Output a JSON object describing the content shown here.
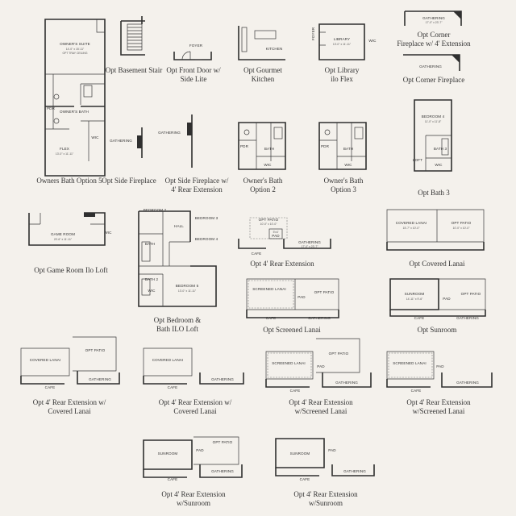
{
  "captions": {
    "owners_bath_5": [
      "Owners Bath Option 5"
    ],
    "basement_stair": [
      "Opt Basement Stair"
    ],
    "front_door": [
      "Opt Front Door w/",
      "Side Lite"
    ],
    "gourmet_kitchen": [
      "Opt Gourmet",
      "Kitchen"
    ],
    "library": [
      "Opt Library",
      "ilo Flex"
    ],
    "corner_fp_ext": [
      "Opt Corner",
      "Fireplace w/ 4' Extension"
    ],
    "corner_fp": [
      "Opt Corner Fireplace"
    ],
    "side_fp": [
      "Opt Side Fireplace"
    ],
    "side_fp_ext": [
      "Opt Side Fireplace w/",
      "4' Rear Extension"
    ],
    "owners_bath_2": [
      "Owner's Bath",
      "Option 2"
    ],
    "owners_bath_3": [
      "Owner's Bath",
      "Option 3"
    ],
    "bath_3": [
      "Opt Bath 3"
    ],
    "game_room": [
      "Opt Game Room Ilo Loft"
    ],
    "bedroom_bath_loft": [
      "Opt Bedroom &",
      "Bath ILO Loft"
    ],
    "rear_ext": [
      "Opt 4' Rear Extension"
    ],
    "covered_lanai": [
      "Opt Covered Lanai"
    ],
    "screened_lanai": [
      "Opt Screened Lanai"
    ],
    "sunroom": [
      "Opt Sunroom"
    ],
    "rear_ext_covered_1": [
      "Opt 4' Rear Extension w/",
      "Covered Lanai"
    ],
    "rear_ext_covered_2": [
      "Opt 4' Rear Extension w/",
      "Covered Lanai"
    ],
    "rear_ext_screened_1": [
      "Opt 4' Rear Extension",
      "w/Screened Lanai"
    ],
    "rear_ext_screened_2": [
      "Opt 4' Rear Extension",
      "w/Screened Lanai"
    ],
    "rear_ext_sunroom_1": [
      "Opt 4' Rear Extension",
      "w/Sunroom"
    ],
    "rear_ext_sunroom_2": [
      "Opt 4' Rear Extension",
      "w/Sunroom"
    ]
  },
  "labels": {
    "owners_suite": "OWNER'S SUITE",
    "owners_suite_dim": "14'-0\" x 15'-11\"",
    "opt_tray": "OPT TRAY CEILING",
    "pdr": "PDR",
    "owners_bath": "OWNER'S BATH",
    "wic": "WIC",
    "flex": "FLEX",
    "flex_dim": "13'-0\" x 11'-11\"",
    "kitchen": "KITCHEN",
    "foyer": "FOYER",
    "library": "LIBRARY",
    "library_dim": "13'-0\" x 11'-11\"",
    "gathering": "GATHERING",
    "gathering_dim": "17'-0\" x 23'-7\"",
    "bath": "BATH",
    "bedroom_4": "BEDROOM 4",
    "bedroom_4_dim": "11'-0\" x 11'-8\"",
    "bath_3": "BATH 3",
    "loft": "LOFT",
    "game_room": "GAME ROOM",
    "game_room_dim": "20'-6\" x 11'-11\"",
    "bedroom_2": "BEDROOM 2",
    "bedroom_3": "BEDROOM 3",
    "bedroom_5": "BEDROOM 5",
    "bedroom_5_dim": "13'-0\" x 11'-11\"",
    "hall": "HALL",
    "bath_2": "BATH 2",
    "opt_patio": "OPT PATIO",
    "opt_patio_dim": "10'-0\" x 10'-0\"",
    "pad": "PAD",
    "pad_dim": "5'x4'",
    "cafe": "CAFE",
    "covered_lanai": "COVERED LANAI",
    "covered_lanai_dim": "15'-7\" x 10'-0\"",
    "screened_lanai": "SCREENED LANAI",
    "sunroom": "SUNROOM",
    "sunroom_dim": "14'-11\" x 9'-6\""
  }
}
